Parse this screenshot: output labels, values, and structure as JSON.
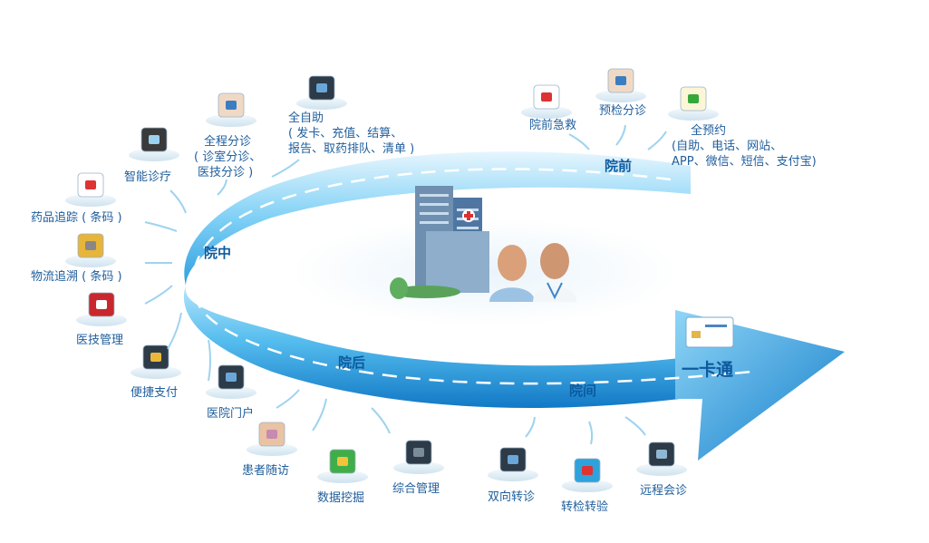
{
  "phases": {
    "pre": "院前",
    "in": "院中",
    "post": "院后",
    "between": "院间",
    "card": "一卡通"
  },
  "pre_hospital": {
    "emergency": "院前急救",
    "triage": "预检分诊",
    "booking_title": "全预约",
    "booking_line1": "(自助、电话、网站、",
    "booking_line2": "APP、微信、短信、支付宝)"
  },
  "in_hospital": {
    "self_service_title": "全自助",
    "self_service_line1": "( 发卡、充值、结算、",
    "self_service_line2": "报告、取药排队、清单 )",
    "full_triage_title": "全程分诊",
    "full_triage_line1": "( 诊室分诊、",
    "full_triage_line2": "医技分诊 )",
    "smart_diagnosis": "智能诊疗",
    "drug_tracking": "药品追踪 ( 条码 )",
    "logistics_tracing": "物流追溯 ( 条码 )",
    "medtech_mgmt": "医技管理",
    "payment": "便捷支付",
    "portal": "医院门户"
  },
  "post_hospital": {
    "followup": "患者随访",
    "data_mining": "数据挖掘",
    "integrated_mgmt": "综合管理"
  },
  "inter_hospital": {
    "referral": "双向转诊",
    "exam_referral": "转检转验",
    "teleconsult": "远程会诊"
  },
  "colors": {
    "arrow_light": "#bfe6fb",
    "arrow_mid": "#3fb0ea",
    "arrow_dark": "#0d77c4",
    "label": "#1f5e9c",
    "phase": "#0d5a9e"
  }
}
